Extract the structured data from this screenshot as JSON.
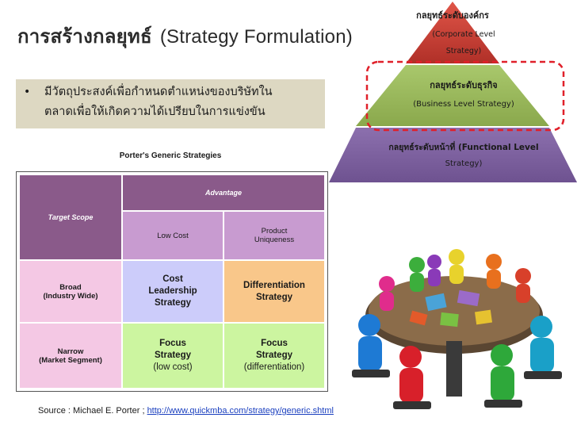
{
  "slide": {
    "title_thai": "การสร้างกลยุทธ์",
    "title_en": "(Strategy Formulation)",
    "bullet_line1": "มีวัตถุประสงค์เพื่อกำหนดตำแหน่งของบริษัทใน",
    "bullet_line2": "ตลาดเพื่อให้เกิดความได้เปรียบในการแข่งขัน"
  },
  "pyramid": {
    "top_line1": "กลยุทธ์ระดับองค์กร",
    "top_line2": "(Corporate Level",
    "top_line3": "Strategy)",
    "mid_line1": "กลยุทธ์ระดับธุรกิจ",
    "mid_line2": "(Business Level Strategy)",
    "bottom_line1": "กลยุทธ์ระดับหน้าที่ (Functional Level",
    "bottom_line2": "Strategy)",
    "colors": {
      "top": "#c0392b",
      "middle": "#9bbb59",
      "bottom": "#8064a2",
      "highlight": "#e0202a"
    }
  },
  "porter": {
    "title": "Porter's Generic Strategies",
    "advantage": "Advantage",
    "target_scope": "Target Scope",
    "low_cost": "Low Cost",
    "product_uniqueness_1": "Product",
    "product_uniqueness_2": "Uniqueness",
    "broad_1": "Broad",
    "broad_2": "(Industry Wide)",
    "narrow_1": "Narrow",
    "narrow_2": "(Market Segment)",
    "cost_leadership_1": "Cost",
    "cost_leadership_2": "Leadership",
    "cost_leadership_3": "Strategy",
    "differentiation_1": "Differentiation",
    "differentiation_2": "Strategy",
    "focus_cost_1": "Focus",
    "focus_cost_2": "Strategy",
    "focus_cost_3": "(low cost)",
    "focus_diff_1": "Focus",
    "focus_diff_2": "Strategy",
    "focus_diff_3": "(differentiation)"
  },
  "source": {
    "prefix": "Source : Michael E. Porter ; ",
    "link": "http://www.quickmba.com/strategy/generic.shtml"
  },
  "illustration": {
    "icon": "team-puzzle-meeting-icon"
  }
}
